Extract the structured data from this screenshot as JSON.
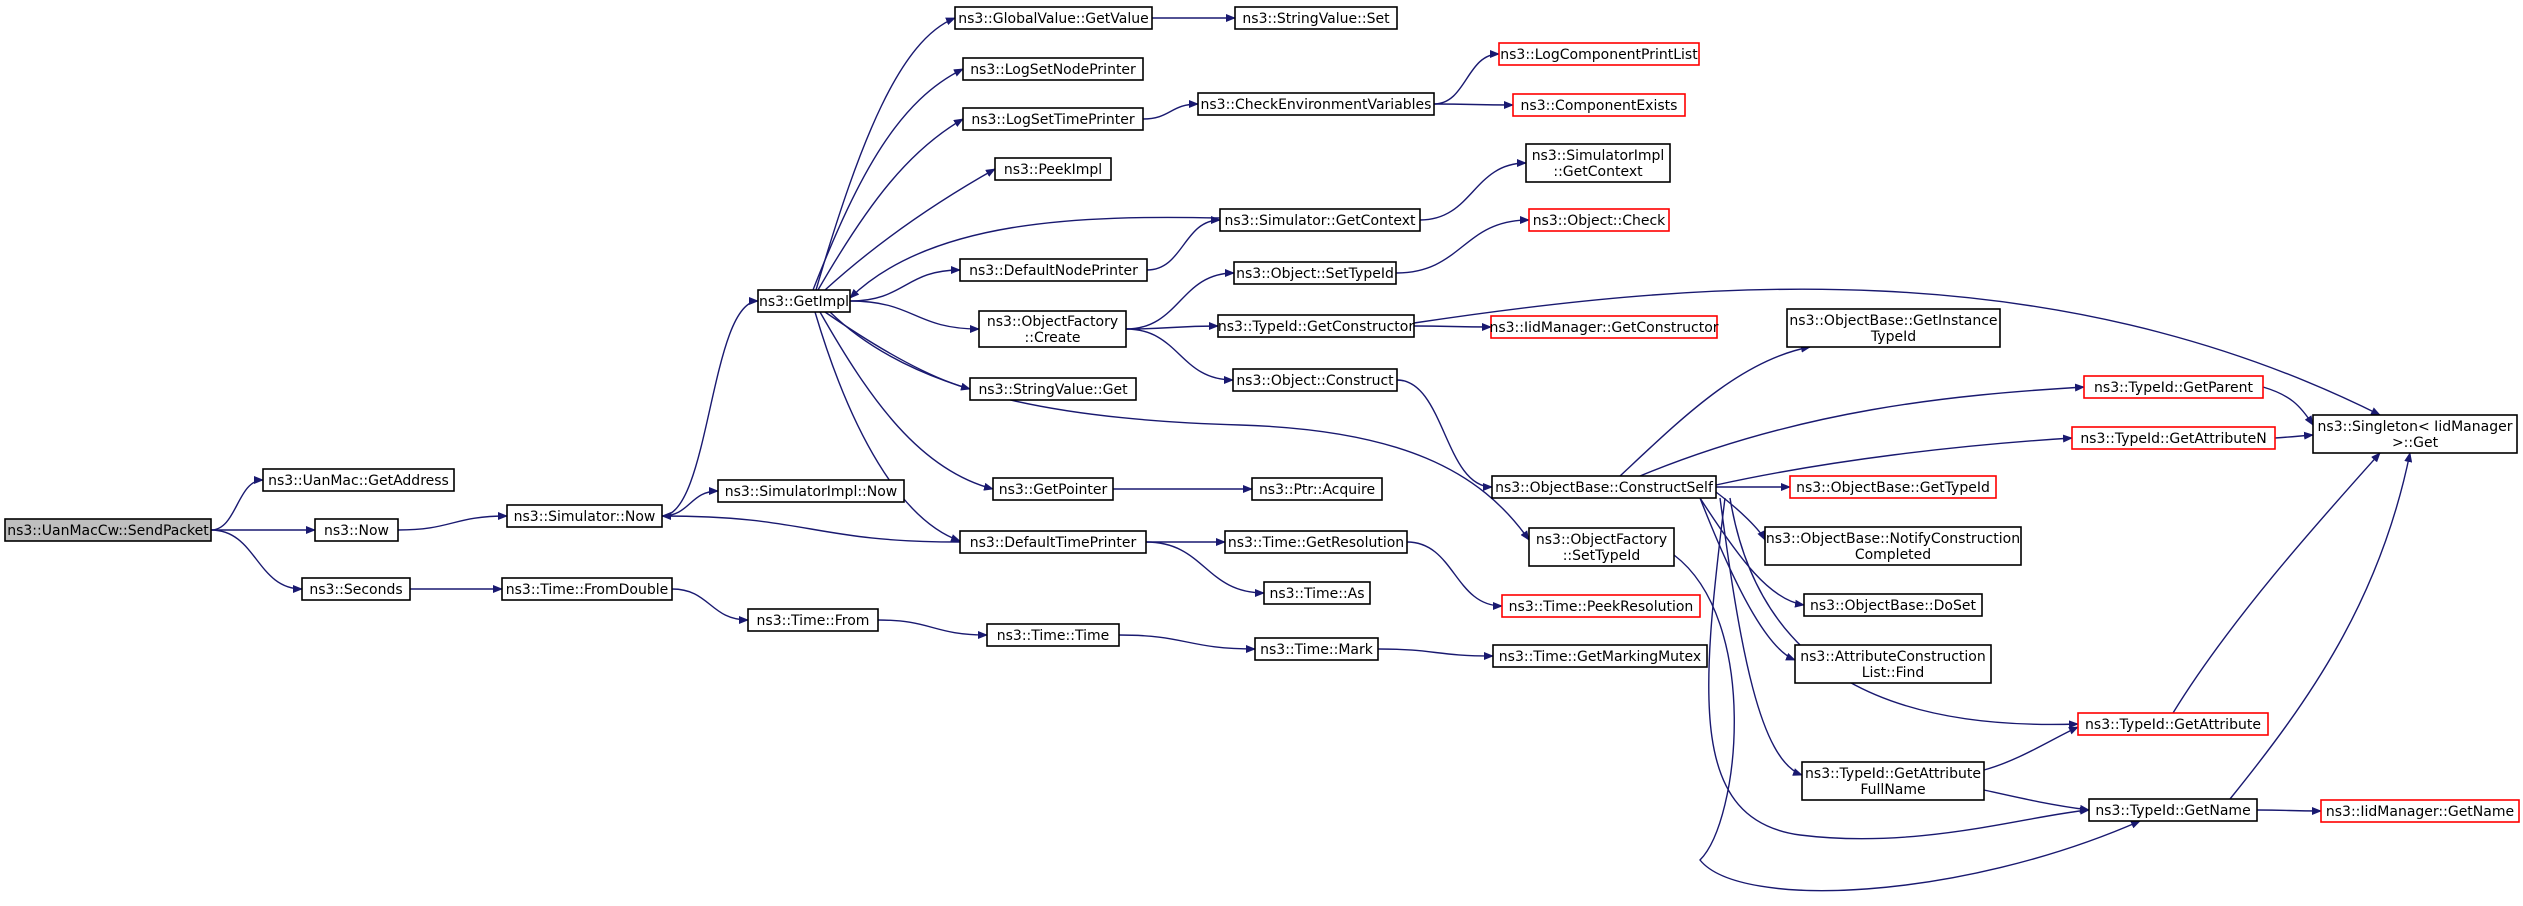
{
  "nodes": [
    {
      "id": "send",
      "lines": [
        "ns3::UanMacCw::SendPacket"
      ],
      "style": "root"
    },
    {
      "id": "getaddr",
      "lines": [
        "ns3::UanMac::GetAddress"
      ],
      "style": "normal"
    },
    {
      "id": "now",
      "lines": [
        "ns3::Now"
      ],
      "style": "normal"
    },
    {
      "id": "seconds",
      "lines": [
        "ns3::Seconds"
      ],
      "style": "normal"
    },
    {
      "id": "simnow",
      "lines": [
        "ns3::Simulator::Now"
      ],
      "style": "normal"
    },
    {
      "id": "fromdouble",
      "lines": [
        "ns3::Time::FromDouble"
      ],
      "style": "normal"
    },
    {
      "id": "getimpl",
      "lines": [
        "ns3::GetImpl"
      ],
      "style": "normal"
    },
    {
      "id": "simimplnow",
      "lines": [
        "ns3::SimulatorImpl::Now"
      ],
      "style": "normal"
    },
    {
      "id": "timefrom",
      "lines": [
        "ns3::Time::From"
      ],
      "style": "normal"
    },
    {
      "id": "gvget",
      "lines": [
        "ns3::GlobalValue::GetValue"
      ],
      "style": "normal"
    },
    {
      "id": "lognode",
      "lines": [
        "ns3::LogSetNodePrinter"
      ],
      "style": "normal"
    },
    {
      "id": "logtime",
      "lines": [
        "ns3::LogSetTimePrinter"
      ],
      "style": "normal"
    },
    {
      "id": "peekimpl",
      "lines": [
        "ns3::PeekImpl"
      ],
      "style": "normal"
    },
    {
      "id": "defnode",
      "lines": [
        "ns3::DefaultNodePrinter"
      ],
      "style": "normal"
    },
    {
      "id": "ofcreate",
      "lines": [
        "ns3::ObjectFactory",
        "::Create"
      ],
      "style": "normal"
    },
    {
      "id": "svget",
      "lines": [
        "ns3::StringValue::Get"
      ],
      "style": "normal"
    },
    {
      "id": "getpointer",
      "lines": [
        "ns3::GetPointer"
      ],
      "style": "normal"
    },
    {
      "id": "deftime",
      "lines": [
        "ns3::DefaultTimePrinter"
      ],
      "style": "normal"
    },
    {
      "id": "timetime",
      "lines": [
        "ns3::Time::Time"
      ],
      "style": "normal"
    },
    {
      "id": "svset",
      "lines": [
        "ns3::StringValue::Set"
      ],
      "style": "normal"
    },
    {
      "id": "checkenv",
      "lines": [
        "ns3::CheckEnvironmentVariables"
      ],
      "style": "normal"
    },
    {
      "id": "simctx",
      "lines": [
        "ns3::Simulator::GetContext"
      ],
      "style": "normal"
    },
    {
      "id": "objsettype",
      "lines": [
        "ns3::Object::SetTypeId"
      ],
      "style": "normal"
    },
    {
      "id": "tidgetctor",
      "lines": [
        "ns3::TypeId::GetConstructor"
      ],
      "style": "normal"
    },
    {
      "id": "objconstruct",
      "lines": [
        "ns3::Object::Construct"
      ],
      "style": "normal"
    },
    {
      "id": "ptracquire",
      "lines": [
        "ns3::Ptr::Acquire"
      ],
      "style": "normal"
    },
    {
      "id": "getres",
      "lines": [
        "ns3::Time::GetResolution"
      ],
      "style": "normal"
    },
    {
      "id": "timeas",
      "lines": [
        "ns3::Time::As"
      ],
      "style": "normal"
    },
    {
      "id": "timemark",
      "lines": [
        "ns3::Time::Mark"
      ],
      "style": "normal"
    },
    {
      "id": "logcomplist",
      "lines": [
        "ns3::LogComponentPrintList"
      ],
      "style": "red"
    },
    {
      "id": "compexists",
      "lines": [
        "ns3::ComponentExists"
      ],
      "style": "red"
    },
    {
      "id": "simimplctx",
      "lines": [
        "ns3::SimulatorImpl",
        "::GetContext"
      ],
      "style": "normal"
    },
    {
      "id": "objcheck",
      "lines": [
        "ns3::Object::Check"
      ],
      "style": "red"
    },
    {
      "id": "iidgetctor",
      "lines": [
        "ns3::IidManager::GetConstructor"
      ],
      "style": "red"
    },
    {
      "id": "obconstructself",
      "lines": [
        "ns3::ObjectBase::ConstructSelf"
      ],
      "style": "normal"
    },
    {
      "id": "ofsettype",
      "lines": [
        "ns3::ObjectFactory",
        "::SetTypeId"
      ],
      "style": "normal"
    },
    {
      "id": "peekres",
      "lines": [
        "ns3::Time::PeekResolution"
      ],
      "style": "red"
    },
    {
      "id": "getmarking",
      "lines": [
        "ns3::Time::GetMarkingMutex"
      ],
      "style": "normal"
    },
    {
      "id": "obgetinst",
      "lines": [
        "ns3::ObjectBase::GetInstance",
        "TypeId"
      ],
      "style": "normal"
    },
    {
      "id": "obgettype",
      "lines": [
        "ns3::ObjectBase::GetTypeId"
      ],
      "style": "red"
    },
    {
      "id": "obnotify",
      "lines": [
        "ns3::ObjectBase::NotifyConstruction",
        "Completed"
      ],
      "style": "normal"
    },
    {
      "id": "obdoset",
      "lines": [
        "ns3::ObjectBase::DoSet"
      ],
      "style": "normal"
    },
    {
      "id": "acfind",
      "lines": [
        "ns3::AttributeConstruction",
        "List::Find"
      ],
      "style": "normal"
    },
    {
      "id": "tidattrfull",
      "lines": [
        "ns3::TypeId::GetAttribute",
        "FullName"
      ],
      "style": "normal"
    },
    {
      "id": "tidparent",
      "lines": [
        "ns3::TypeId::GetParent"
      ],
      "style": "red"
    },
    {
      "id": "tidattrn",
      "lines": [
        "ns3::TypeId::GetAttributeN"
      ],
      "style": "red"
    },
    {
      "id": "tidattr",
      "lines": [
        "ns3::TypeId::GetAttribute"
      ],
      "style": "red"
    },
    {
      "id": "tidname",
      "lines": [
        "ns3::TypeId::GetName"
      ],
      "style": "normal"
    },
    {
      "id": "singleton",
      "lines": [
        "ns3::Singleton< IidManager",
        " >::Get"
      ],
      "style": "normal"
    },
    {
      "id": "iidname",
      "lines": [
        "ns3::IidManager::GetName"
      ],
      "style": "red"
    }
  ],
  "edges": [
    [
      "send",
      "getaddr"
    ],
    [
      "send",
      "now"
    ],
    [
      "send",
      "seconds"
    ],
    [
      "now",
      "simnow"
    ],
    [
      "seconds",
      "fromdouble"
    ],
    [
      "simnow",
      "getimpl"
    ],
    [
      "simnow",
      "simimplnow"
    ],
    [
      "fromdouble",
      "timefrom"
    ],
    [
      "timefrom",
      "timetime"
    ],
    [
      "timetime",
      "timemark"
    ],
    [
      "timemark",
      "getmarking"
    ],
    [
      "getimpl",
      "gvget"
    ],
    [
      "getimpl",
      "lognode"
    ],
    [
      "getimpl",
      "logtime"
    ],
    [
      "getimpl",
      "peekimpl"
    ],
    [
      "getimpl",
      "defnode"
    ],
    [
      "getimpl",
      "ofcreate"
    ],
    [
      "getimpl",
      "svget"
    ],
    [
      "getimpl",
      "getpointer"
    ],
    [
      "getimpl",
      "deftime"
    ],
    [
      "getimpl",
      "ofsettype"
    ],
    [
      "gvget",
      "svset"
    ],
    [
      "logtime",
      "checkenv"
    ],
    [
      "checkenv",
      "logcomplist"
    ],
    [
      "checkenv",
      "compexists"
    ],
    [
      "simctx",
      "getimpl"
    ],
    [
      "simctx",
      "simimplctx"
    ],
    [
      "defnode",
      "simctx"
    ],
    [
      "ofcreate",
      "objsettype"
    ],
    [
      "ofcreate",
      "tidgetctor"
    ],
    [
      "ofcreate",
      "objconstruct"
    ],
    [
      "objsettype",
      "objcheck"
    ],
    [
      "tidgetctor",
      "iidgetctor"
    ],
    [
      "tidgetctor",
      "singleton"
    ],
    [
      "objconstruct",
      "obconstructself"
    ],
    [
      "getpointer",
      "ptracquire"
    ],
    [
      "deftime",
      "simnow"
    ],
    [
      "deftime",
      "getres"
    ],
    [
      "deftime",
      "timeas"
    ],
    [
      "getres",
      "peekres"
    ],
    [
      "obconstructself",
      "obgetinst"
    ],
    [
      "obconstructself",
      "tidparent"
    ],
    [
      "obconstructself",
      "tidattrn"
    ],
    [
      "obconstructself",
      "obgettype"
    ],
    [
      "obconstructself",
      "obnotify"
    ],
    [
      "obconstructself",
      "obdoset"
    ],
    [
      "obconstructself",
      "acfind"
    ],
    [
      "obconstructself",
      "tidattr"
    ],
    [
      "obconstructself",
      "tidattrfull"
    ],
    [
      "obconstructself",
      "tidname"
    ],
    [
      "ofsettype",
      "tidname"
    ],
    [
      "tidattrfull",
      "tidattr"
    ],
    [
      "tidattrfull",
      "tidname"
    ],
    [
      "tidparent",
      "singleton"
    ],
    [
      "tidattrn",
      "singleton"
    ],
    [
      "tidattr",
      "singleton"
    ],
    [
      "tidname",
      "singleton"
    ],
    [
      "tidname",
      "iidname"
    ]
  ],
  "colors": {
    "edge": "#191970",
    "border": "#000000",
    "border_external": "#ff0000",
    "root_fill": "#bfbfbf"
  }
}
